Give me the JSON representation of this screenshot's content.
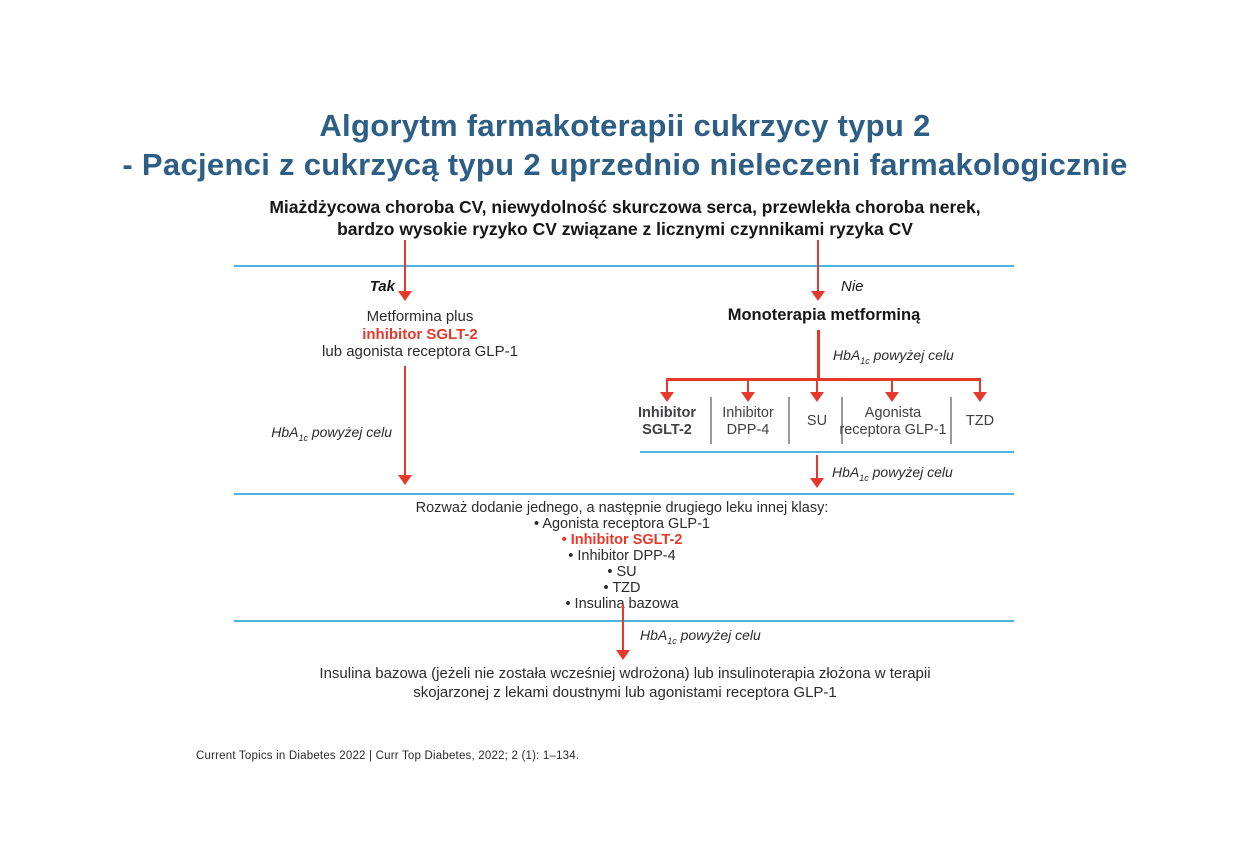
{
  "title": {
    "line1": "Algorytm farmakoterapii cukrzycy typu 2",
    "line2": "- Pacjenci z cukrzycą typu 2 uprzednio nieleczeni farmakologicznie"
  },
  "criteria": {
    "line1": "Miażdżycowa choroba CV, niewydolność skurczowa serca, przewlekła choroba nerek,",
    "line2": "bardzo wysokie ryzyko CV związane z licznymi czynnikami ryzyka CV"
  },
  "decision": {
    "yes": "Tak",
    "no": "Nie"
  },
  "left_branch": {
    "line1": "Metformina plus",
    "line2": "inhibitor SGLT-2",
    "line3": "lub agonista receptora GLP-1"
  },
  "right_branch": {
    "title": "Monoterapia metforminą"
  },
  "hba1c": {
    "prefix": "HbA",
    "sub": "1c",
    "rest": " powyżej celu"
  },
  "options": [
    {
      "line1": "Inhibitor",
      "line2": "SGLT-2",
      "highlight": true
    },
    {
      "line1": "Inhibitor",
      "line2": "DPP-4",
      "highlight": false
    },
    {
      "line1": "SU",
      "line2": "",
      "highlight": false
    },
    {
      "line1": "Agonista",
      "line2": "receptora GLP-1",
      "highlight": false
    },
    {
      "line1": "TZD",
      "line2": "",
      "highlight": false
    }
  ],
  "combo": {
    "title": "Rozważ dodanie jednego, a następnie drugiego leku innej klasy:",
    "items": [
      "• Agonista receptora GLP-1",
      "• Inhibitor SGLT-2",
      "• Inhibitor DPP-4",
      "• SU",
      "• TZD",
      "• Insulina bazowa"
    ]
  },
  "final_step": {
    "line1": "Insulina bazowa (jeżeli nie została wcześniej wdrożona) lub insulinoterapia złożona w terapii",
    "line2": "skojarzonej  z lekami doustnymi lub agonistami receptora GLP-1"
  },
  "footer": "Current Topics in Diabetes 2022 | Curr Top Diabetes, 2022; 2 (1): 1–134.",
  "colors": {
    "title_blue": "#2d5e86",
    "line_blue": "#4fb3e2",
    "arrow_red": "#e5392c",
    "text_dark": "#1d1d1f",
    "divider_gray": "#999999"
  }
}
